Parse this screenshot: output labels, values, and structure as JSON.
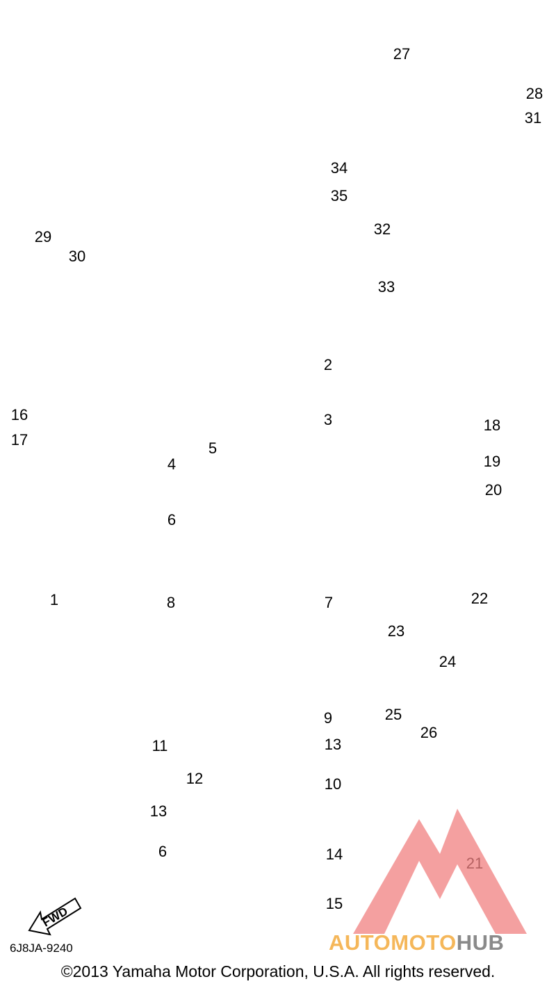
{
  "callouts": {
    "c1": "1",
    "c2": "2",
    "c3": "3",
    "c4": "4",
    "c5": "5",
    "c6a": "6",
    "c6b": "6",
    "c7": "7",
    "c8": "8",
    "c9": "9",
    "c10": "10",
    "c11": "11",
    "c12": "12",
    "c13a": "13",
    "c13b": "13",
    "c14": "14",
    "c15": "15",
    "c16": "16",
    "c17": "17",
    "c18": "18",
    "c19": "19",
    "c20": "20",
    "c21": "21",
    "c22": "22",
    "c23": "23",
    "c24": "24",
    "c25": "25",
    "c26": "26",
    "c27": "27",
    "c28": "28",
    "c29": "29",
    "c30": "30",
    "c31": "31",
    "c32": "32",
    "c33": "33",
    "c34": "34",
    "c35": "35"
  },
  "fwd_label": "FWD",
  "part_code": "6J8JA-9240",
  "copyright": "©2013 Yamaha Motor Corporation, U.S.A. All rights reserved.",
  "watermark": {
    "part1": "AUTOMOTO",
    "part2": "HUB"
  },
  "colors": {
    "watermark_red": "#f08080",
    "watermark_orange": "#f5b75a",
    "watermark_gray": "#8a8a8a"
  }
}
